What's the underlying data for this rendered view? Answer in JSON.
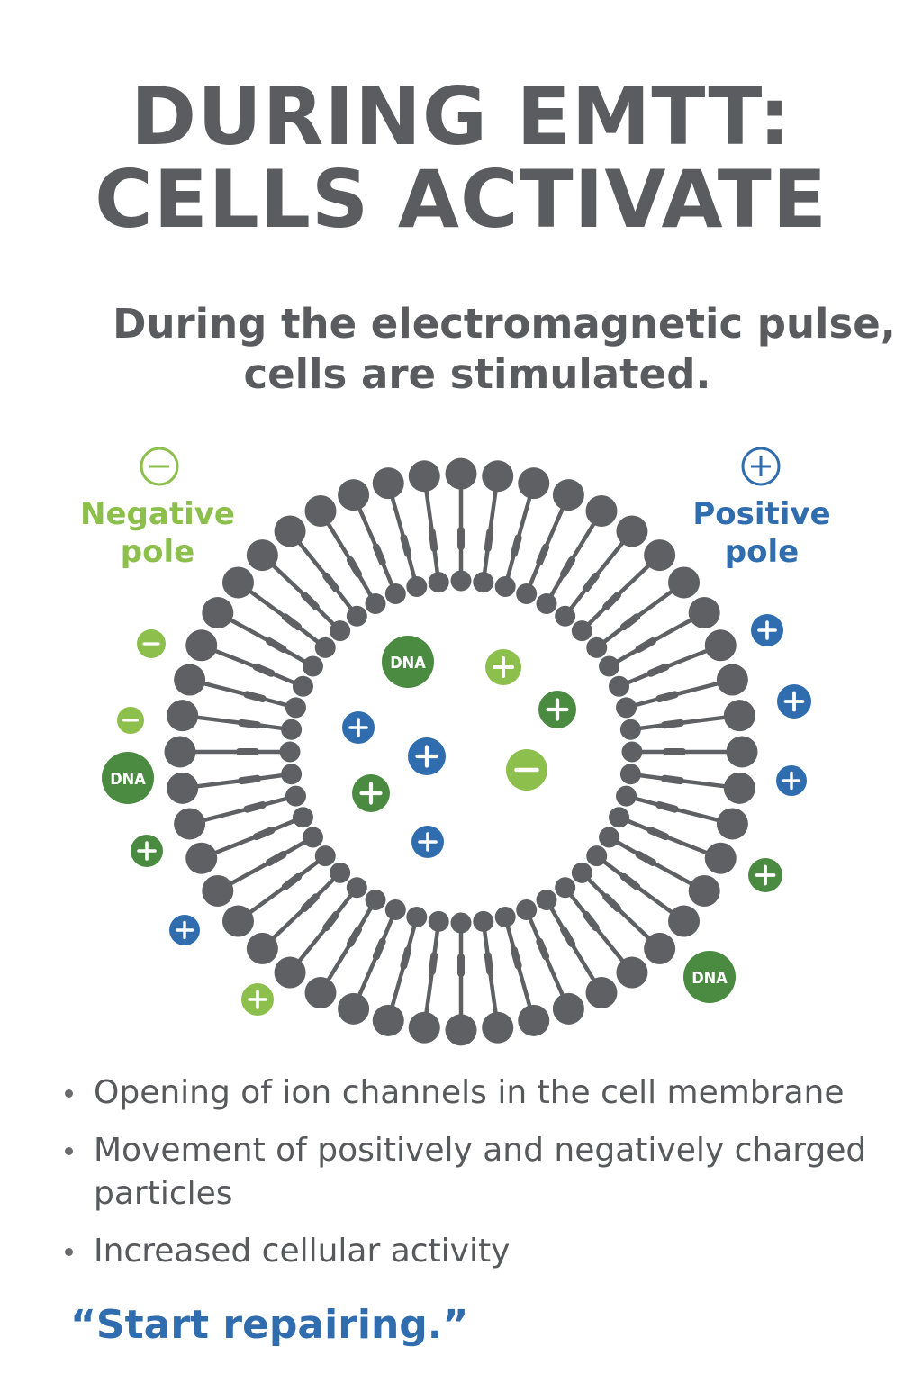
{
  "title": {
    "line1": "DURING EMTT:",
    "line2": "CELLS ACTIVATE"
  },
  "subtitle": {
    "line1": "During the electromagnetic pulse,",
    "line2": "cells are stimulated."
  },
  "poles": {
    "negative": {
      "line1": "Negative",
      "line2": "pole",
      "symbol": "−",
      "color": "#8cbf4b"
    },
    "positive": {
      "line1": "Positive",
      "line2": "pole",
      "symbol": "+",
      "color": "#2f6daf"
    }
  },
  "colors": {
    "membrane": "#5f6063",
    "light_green": "#8cbf4b",
    "dark_green": "#4a8a41",
    "blue": "#2f6daf"
  },
  "particles": {
    "dna_label": "DNA",
    "plus_symbol": "+",
    "minus_symbol": "−"
  },
  "bullets": [
    "Opening of ion channels in the cell membrane",
    "Movement of positively and negatively charged particles",
    "Increased cellular activity"
  ],
  "quote": "“Start repairing.”"
}
